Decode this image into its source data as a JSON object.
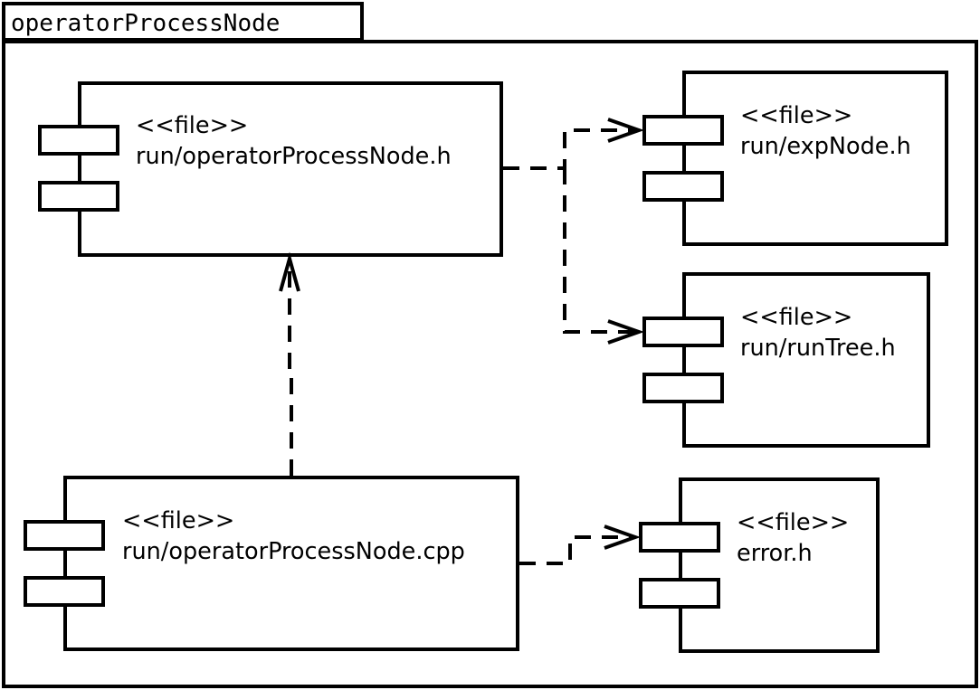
{
  "package": {
    "name": "operatorProcessNode"
  },
  "components": [
    {
      "id": "opnode_h",
      "stereotype": "<<file>>",
      "name": "run/operatorProcessNode.h"
    },
    {
      "id": "expnode_h",
      "stereotype": "<<file>>",
      "name": "run/expNode.h"
    },
    {
      "id": "runtree_h",
      "stereotype": "<<file>>",
      "name": "run/runTree.h"
    },
    {
      "id": "opnode_cpp",
      "stereotype": "<<file>>",
      "name": "run/operatorProcessNode.cpp"
    },
    {
      "id": "error_h",
      "stereotype": "<<file>>",
      "name": "error.h"
    }
  ],
  "dependencies": [
    {
      "from": "run/operatorProcessNode.h",
      "to": "run/expNode.h"
    },
    {
      "from": "run/operatorProcessNode.h",
      "to": "run/runTree.h"
    },
    {
      "from": "run/operatorProcessNode.cpp",
      "to": "run/operatorProcessNode.h"
    },
    {
      "from": "run/operatorProcessNode.cpp",
      "to": "error.h"
    }
  ]
}
